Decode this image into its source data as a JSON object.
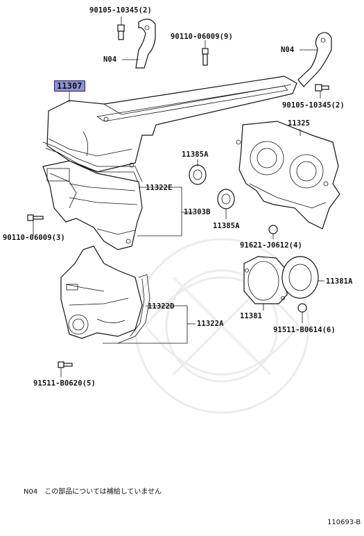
{
  "diagram": {
    "labels": {
      "bolt_top_left": "90105-10345(2)",
      "n04_left": "N04",
      "screw_top": "90110-06009(9)",
      "n04_right": "N04",
      "bolt_top_right": "90105-10345(2)",
      "part_11307": "11307",
      "part_11325": "11325",
      "part_11385a_top": "11385A",
      "part_11322e": "11322E",
      "part_11303b": "11303B",
      "part_11385a_bottom": "11385A",
      "screw_left": "90110-06009(3)",
      "nut_right": "91621-J0612(4)",
      "part_11381a": "11381A",
      "part_11322d": "11322D",
      "part_11322a": "11322A",
      "part_11381": "11381",
      "nut_bottom_right": "91511-B0614(6)",
      "bolt_bottom_left": "91511-B0620(5)"
    },
    "highlighted_part": "11307",
    "highlight_color": "#8f93d6",
    "note": "N04　この部品については補給していません",
    "figure_code": "110693-B"
  }
}
